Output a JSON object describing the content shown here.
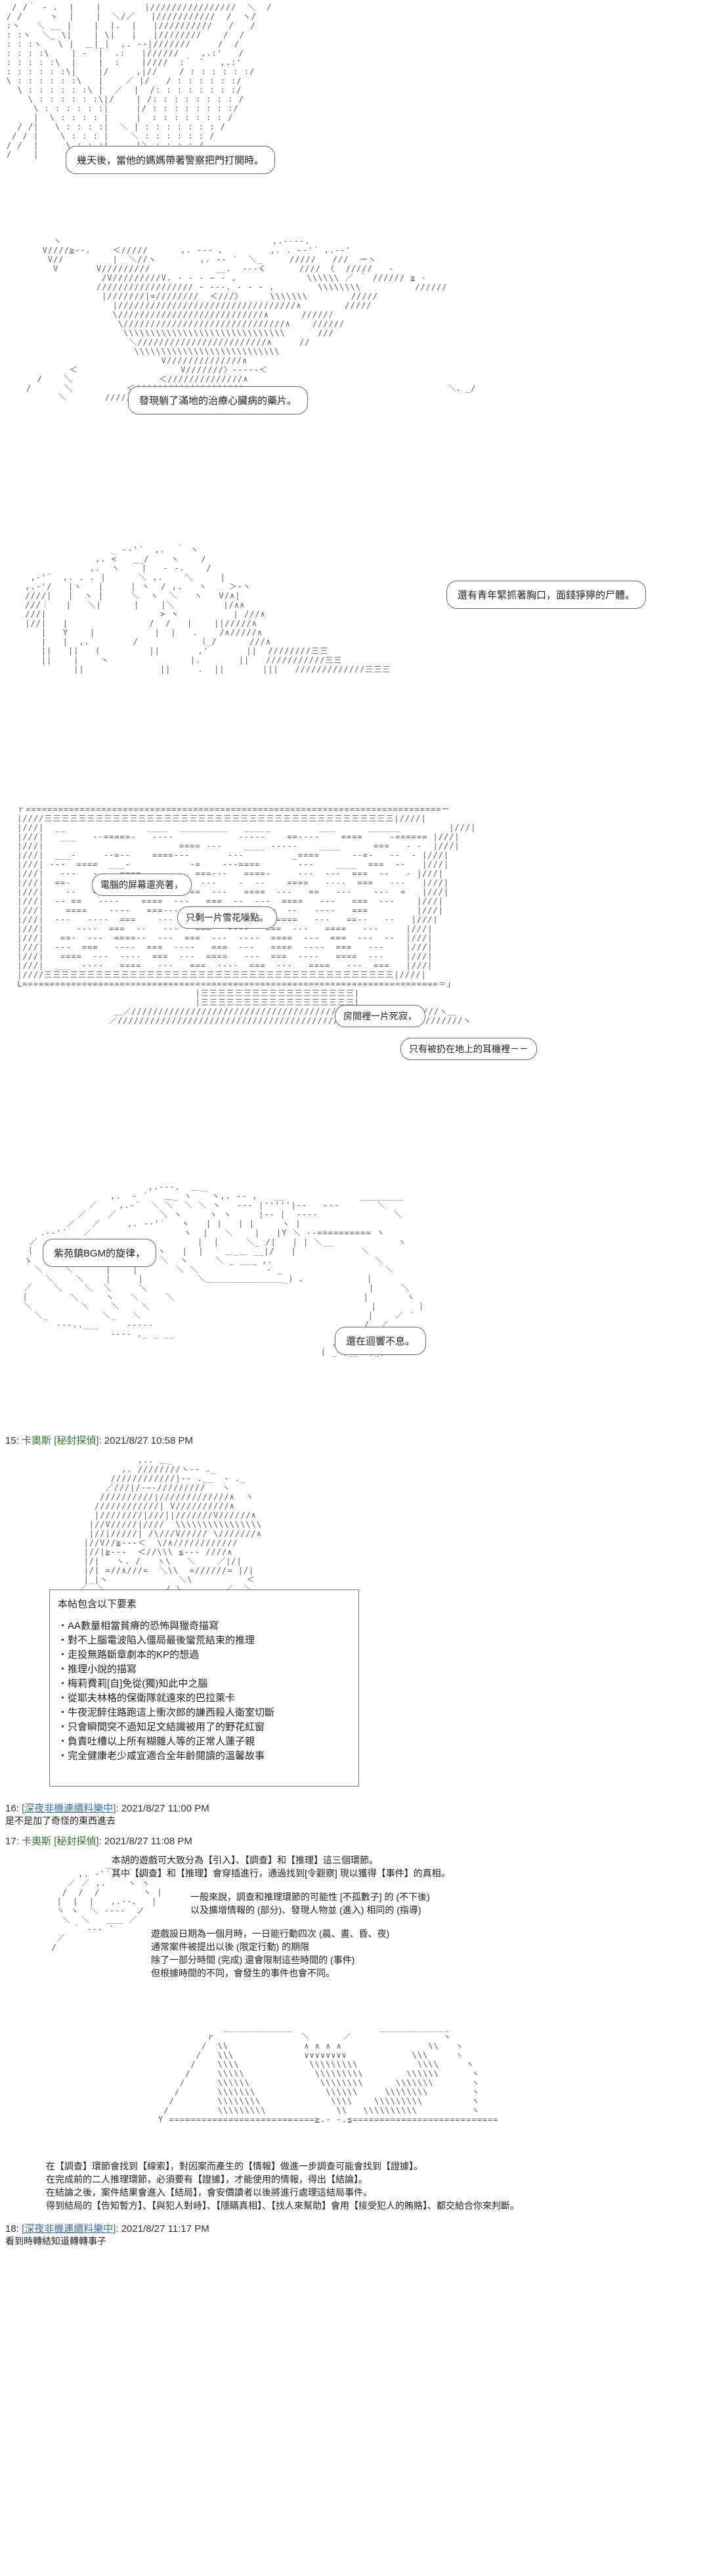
{
  "panel1": {
    "bubble": "幾天後，當他的媽媽帶著警察把門打開時。"
  },
  "panel2": {
    "bubble": "發現躺了滿地的治療心臟病的藥片。"
  },
  "panel3": {
    "bubble": "還有青年緊抓著胸口，面錢猙獰的尸體。"
  },
  "panel4": {
    "bubble_a": "電腦的屏幕還亮著，",
    "bubble_b": "只剩一片雪花噪點。",
    "bubble_c": "房間裡一片死寂，",
    "bubble_d": "只有被扔在地上的耳機裡－－"
  },
  "panel5": {
    "bubble_a": "紫苑鎮BGM的旋律，",
    "bubble_b": "還在迴響不息。"
  },
  "post15": {
    "number": "15",
    "name": "卡奧斯",
    "tag": "[秘封探偵]",
    "date": "2021/8/27 10:58 PM",
    "intro": "本帖包含以下要素",
    "items": [
      "・AA數量相當貧瘠的恐怖與獵奇描寫",
      "・對不上腦電波陷入僵局最後蠻荒結束的推理",
      "・走投無路斷章劇本的KP的想過",
      "・推理小說的描寫",
      "・梅莉費莉[自]免從(獨)知此中之腦",
      "・從耶夫林格的保衛隊就遠來的巴拉萊卡",
      "・牛夜泥醉住路跑這上衝次郎的謙西殺人衛室切斷",
      "・只會瞬間突不過知足文結識被用了的野花紅窗",
      "・負責吐槽以上所有糊雜人等的正常人蓮子親",
      "・完全健康老少咸宜適合全年齡閱讀的溫馨故事"
    ]
  },
  "post16": {
    "number": "16",
    "name": "[深夜非機連續料樂中]",
    "date": "2021/8/27 11:00 PM",
    "text": "是不是加了奇怪的東西進去"
  },
  "post17": {
    "number": "17",
    "name": "卡奧斯",
    "tag": "[秘封探偵]",
    "date": "2021/8/27 11:08 PM",
    "lines": [
      "本胡的遊戲可大致分為【引入】、【調查】和【推理】這三個環節。",
      "其中【調查】和【推理】會穿插進行，通過找到[令觀察] 現以獲得【事件】的真相。",
      "一般來說，調查和推理環節的可能性 [不孤數子] 的 (不下後)",
      "以及擴增情報的 (部分)、發現人物並 (進入) 相同的 (指導)",
      "遊戲設日期為一個月時，一日能行動四次 (晨、晝、昏、夜)",
      "通常案件被提出以後 (限定行動) 的期限",
      "除了一部分時間 (完成) 還會限制這些時間的 (事件)",
      "但根據時間的不同，會發生的事件也會不同。"
    ],
    "rules": [
      "在【調查】環節會找到【線索】，對因案而產生的【情報】做進一步調查可能會找到【證據】。",
      "在完成前的二人推理環節，必須要有【證據】，才能使用的情報，得出【結論】。",
      "在結論之後，案件結果會進入【結局】，會安價讀者以後將進行處理這結局事件。",
      "得到結局的【告知暫方】、【與犯人對峙】、【隱瞞真相】、【找人來幫助】會用【接受犯人的賄賂】、都交給合你來判斷。"
    ]
  },
  "post18": {
    "number": "18",
    "name": "[深夜非機連續料樂中]",
    "date": "2021/8/27 11:17 PM",
    "text": "看到時轉結知道轉轉事子"
  }
}
